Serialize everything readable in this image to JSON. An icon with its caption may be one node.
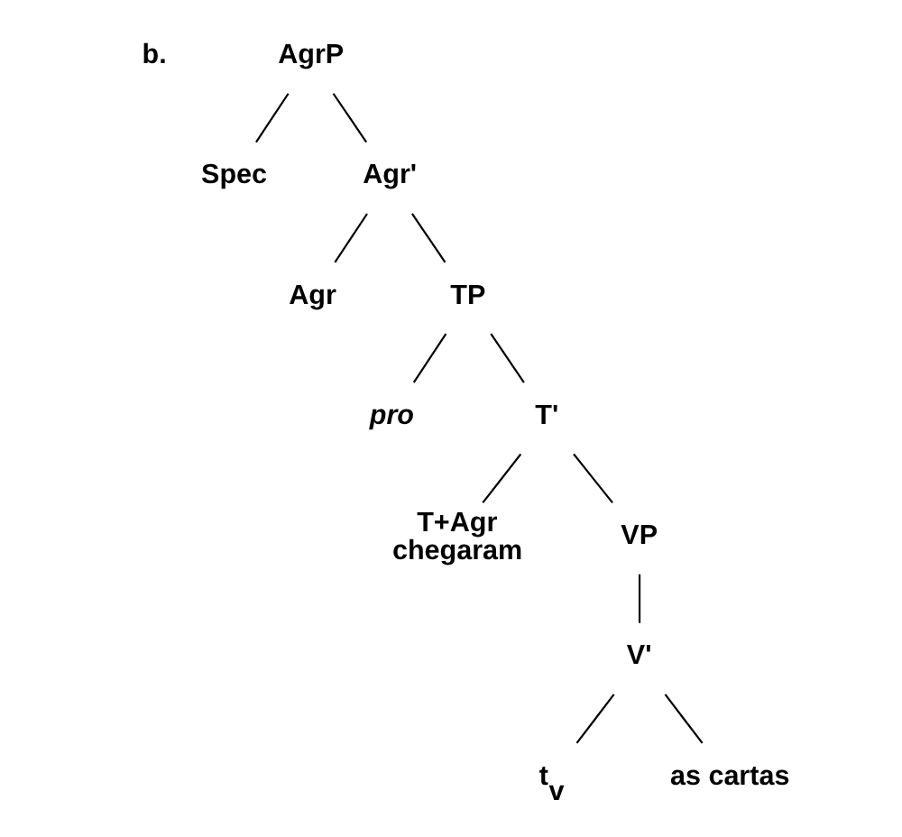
{
  "diagram": {
    "nodes": [
      {
        "text": [
          "AgrP"
        ]
      },
      {
        "text": [
          "Spec"
        ]
      },
      {
        "text": [
          "Agr'"
        ]
      },
      {
        "text": [
          "Agr"
        ]
      },
      {
        "text": [
          "TP"
        ]
      },
      {
        "text": [
          "pro"
        ]
      },
      {
        "text": [
          "T'"
        ]
      },
      {
        "text": [
          "T+Agr",
          "chegaram"
        ]
      },
      {
        "text": [
          "VP"
        ]
      },
      {
        "text": [
          "V'"
        ]
      },
      {
        "text": [
          "t$_{v}$"
        ]
      },
      {
        "text": [
          "as cartas"
        ]
      }
    ],
    "edges": [
      {
        "from": 0,
        "to": 1,
        "arrow": "none"
      },
      {
        "from": 0,
        "to": 2,
        "arrow": "none"
      },
      {
        "from": 2,
        "to": 3,
        "arrow": "none"
      },
      {
        "from": 2,
        "to": 4,
        "arrow": "none"
      },
      {
        "from": 4,
        "to": 5,
        "arrow": "none"
      },
      {
        "from": 4,
        "to": 6,
        "arrow": "none"
      },
      {
        "from": 6,
        "to": 7,
        "arrow": "none"
      },
      {
        "from": 6,
        "to": 8,
        "arrow": "none"
      },
      {
        "from": 8,
        "to": 9,
        "arrow": "none"
      },
      {
        "from": 9,
        "to": 10,
        "arrow": "none"
      },
      {
        "from": 9,
        "to": 11,
        "arrow": "none"
      }
    ],
    "labels": [
      "b."
    ]
  }
}
